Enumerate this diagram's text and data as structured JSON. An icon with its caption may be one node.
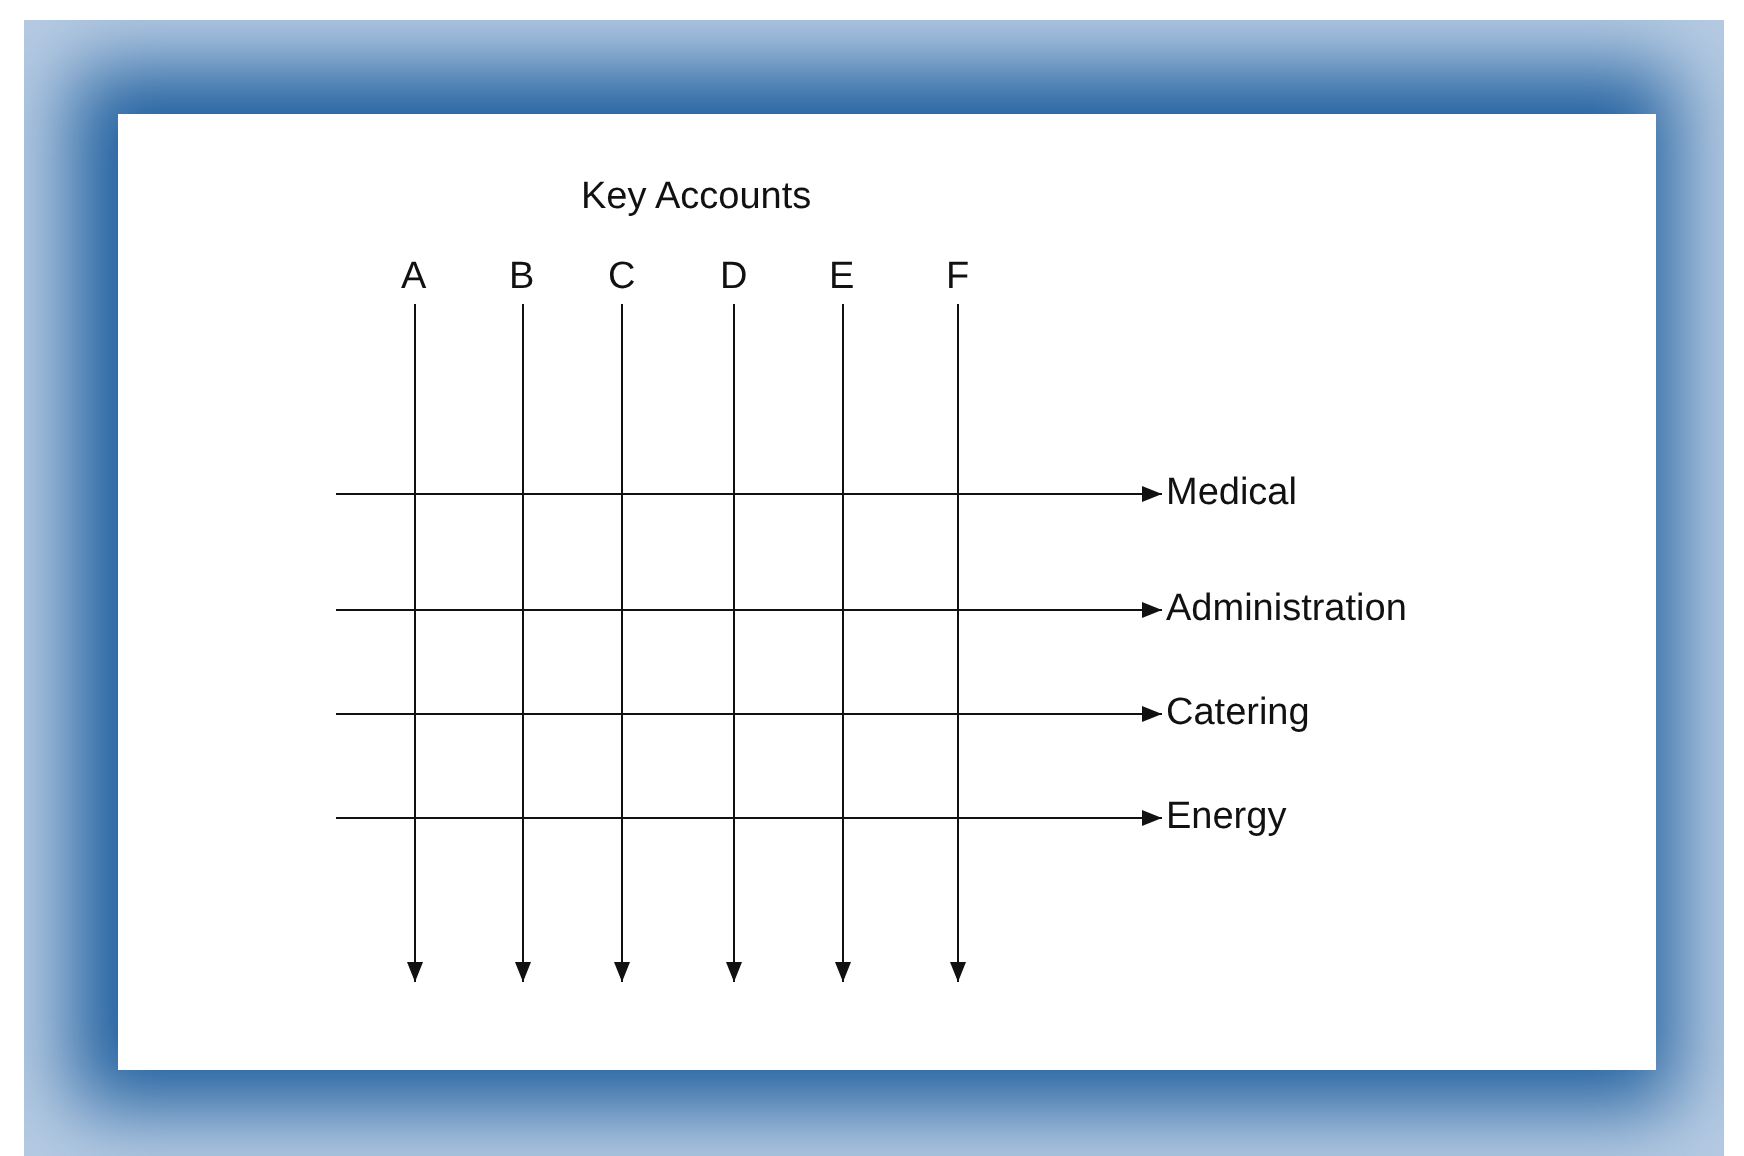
{
  "diagram": {
    "title": "Key Accounts",
    "nodes": [
      {
        "text": [
          "A"
        ]
      },
      {
        "text": [
          "B"
        ]
      },
      {
        "text": [
          "C"
        ]
      },
      {
        "text": [
          "D"
        ]
      },
      {
        "text": [
          "E"
        ]
      },
      {
        "text": [
          "F"
        ]
      },
      {
        "text": [
          "Medical"
        ]
      },
      {
        "text": [
          "Administration"
        ]
      },
      {
        "text": [
          "Catering"
        ]
      },
      {
        "text": [
          "Energy"
        ]
      }
    ],
    "edges": [
      {
        "from": 0,
        "to": null,
        "arrow": "to"
      },
      {
        "from": 1,
        "to": null,
        "arrow": "to"
      },
      {
        "from": 2,
        "to": null,
        "arrow": "to"
      },
      {
        "from": 3,
        "to": null,
        "arrow": "to"
      },
      {
        "from": 4,
        "to": null,
        "arrow": "to"
      },
      {
        "from": 5,
        "to": null,
        "arrow": "to"
      },
      {
        "from": null,
        "to": 6,
        "arrow": "to"
      },
      {
        "from": null,
        "to": 7,
        "arrow": "to"
      },
      {
        "from": null,
        "to": 8,
        "arrow": "to"
      },
      {
        "from": null,
        "to": 9,
        "arrow": "to"
      }
    ]
  }
}
